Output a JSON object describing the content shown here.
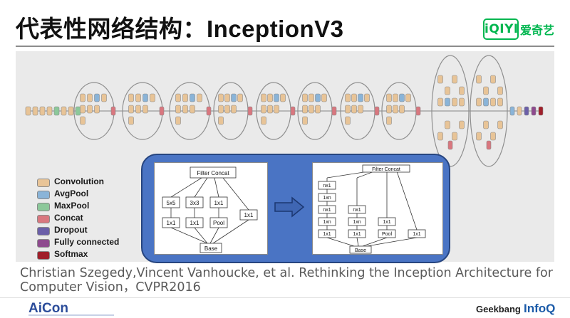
{
  "slide": {
    "title": "代表性网络结构：InceptionV3",
    "logo_mark": "iQIYI",
    "logo_text": "爱奇艺",
    "citation": "Christian Szegedy,Vincent Vanhoucke, et al. Rethinking the Inception Architecture for Computer Vision，CVPR2016"
  },
  "legend": [
    {
      "label": "Convolution",
      "color": "#e8c497"
    },
    {
      "label": "AvgPool",
      "color": "#8ab4d8"
    },
    {
      "label": "MaxPool",
      "color": "#8cc89a"
    },
    {
      "label": "Concat",
      "color": "#d9777f"
    },
    {
      "label": "Dropout",
      "color": "#6b5fa8"
    },
    {
      "label": "Fully connected",
      "color": "#8e4a8e"
    },
    {
      "label": "Softmax",
      "color": "#a01f2a"
    }
  ],
  "module_left": {
    "top": "Filter Concat",
    "row1": [
      "5x5",
      "3x3",
      "1x1"
    ],
    "row2": [
      "1x1",
      "1x1",
      "Pool",
      "1x1"
    ],
    "base": "Base"
  },
  "module_right": {
    "top": "Filter Concat",
    "col1": [
      "nx1",
      "1xn",
      "nx1",
      "1xn",
      "1x1"
    ],
    "col2": [
      "nx1",
      "1xn",
      "1x1"
    ],
    "col3": [
      "1x1",
      "Pool"
    ],
    "col4": [
      "1x1"
    ],
    "base": "Base"
  },
  "footer": {
    "brand": "AiCon",
    "geek": "Geekbang",
    "infoq": "InfoQ"
  }
}
